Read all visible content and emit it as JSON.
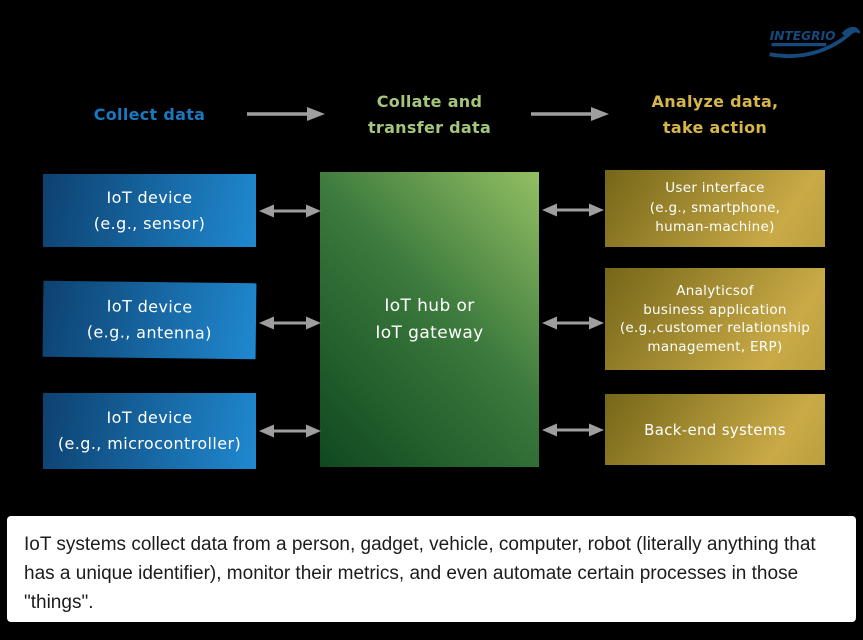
{
  "logo": {
    "text": "INTEGRIO",
    "color": "#164a7c"
  },
  "headers": {
    "collect": {
      "label": "Collect data",
      "color": "#1879c0"
    },
    "collate": {
      "line1": "Collate and",
      "line2": "transfer data",
      "color": "#a4c67c"
    },
    "analyze": {
      "line1": "Analyze data,",
      "line2": "take action",
      "color": "#d6b54b"
    }
  },
  "columns": {
    "devices": [
      {
        "line1": "IoT device",
        "line2": "(e.g., sensor)"
      },
      {
        "line1": "IoT device",
        "line2": "(e.g., antenna)"
      },
      {
        "line1": "IoT device",
        "line2": "(e.g., microcontroller)"
      }
    ],
    "hub": {
      "line1": "IoT hub or",
      "line2": "IoT gateway"
    },
    "consumers": [
      {
        "lines": [
          "User interface",
          "(e.g., smartphone,",
          "human-machine)"
        ]
      },
      {
        "lines": [
          "Analyticsof",
          "business application",
          "(e.g.,customer relationship",
          "management, ERP)"
        ]
      },
      {
        "lines": [
          "Back-end systems"
        ]
      }
    ]
  },
  "caption": {
    "text": "IoT systems collect data from a person, gadget, vehicle, computer, robot (literally anything that has a unique identifier), monitor their metrics, and even automate certain processes in those \"things\"."
  },
  "colors": {
    "background": "#000000",
    "arrow_gray": "#9e9e9e",
    "blue_gradient_start": "#0d4170",
    "blue_gradient_end": "#2089d0",
    "green_gradient_start": "#0f481f",
    "green_gradient_end": "#93bf63",
    "gold_gradient_start": "#756618",
    "gold_gradient_end": "#c9aa47",
    "panel_background": "#ffffff"
  }
}
